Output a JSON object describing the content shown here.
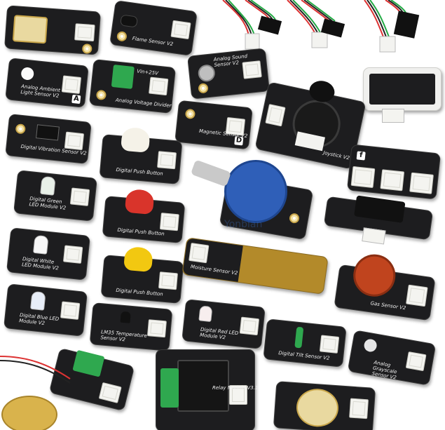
{
  "image": {
    "description_visible_text": {
      "flame": "Flame Sensor V2",
      "analog_ambient": "Analog Ambient Light Sensor V2",
      "voltage_divider": "Analog Voltage Divider",
      "vol_range": "Vin+25V",
      "analog_sound": "Analog Sound Sensor V2",
      "digital_vibration": "Digital Vibration Sensor V2",
      "magnetic": "Magnetic Sensor V2",
      "push_button": "Digital Push Button",
      "green_led": "Digital Green LED Module V2",
      "digital_push_red": "Digital Push Button",
      "white_led": "Digital White LED Module V2",
      "moisture": "Moisture Sensor V2",
      "digital_push_yellow": "Digital Push Button",
      "blue_led": "Digital Blue LED Module V2",
      "lm35": "LM35 Temperature Sensor V2",
      "red_led": "Digital Red LED Module V2",
      "tilt": "Digital Tilt Sensor V2",
      "gas": "Gas Sensor V2",
      "grayscale": "Analog Grayscale Sensor V2",
      "joystick": "Joystick V2",
      "relay": "Relay Module V3.1",
      "watermark": "Yonbian"
    },
    "colors": {
      "board": "#1d1d1f",
      "hole_gold": "#f3e2a6",
      "button_red": "#d9342b",
      "button_yellow": "#f2c811",
      "button_white": "#f5f2e8",
      "terminal_green": "#2fa84f",
      "pot_blue": "#2f5fb8",
      "gas_orange": "#c0441e"
    }
  }
}
